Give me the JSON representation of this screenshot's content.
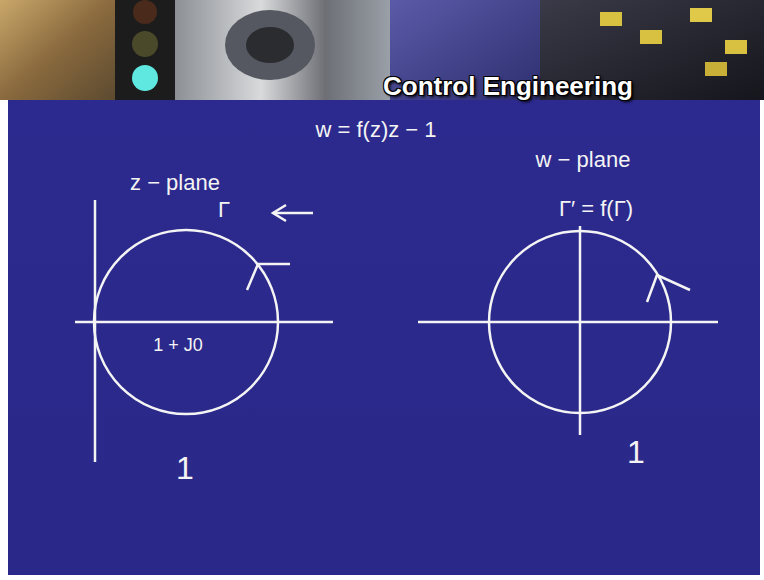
{
  "diagram": {
    "title": "w = f(z)z − 1",
    "labels": [
      "Control Engineering",
      "z − plane",
      "Γ",
      "1 + J0",
      "1",
      "w − plane",
      "Γ′ = f(Γ)",
      "1"
    ]
  }
}
